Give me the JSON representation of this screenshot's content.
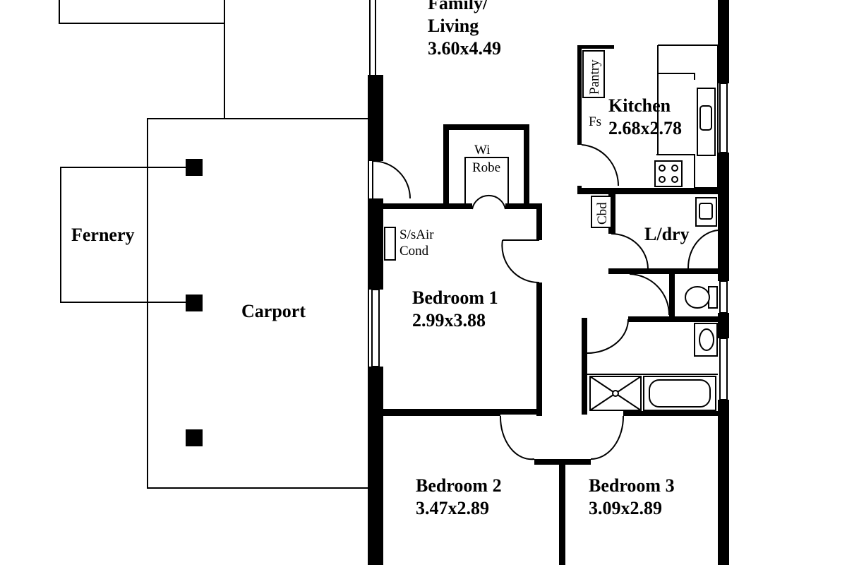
{
  "rooms": {
    "family": {
      "name_line1": "Family/",
      "name_line2": "Living",
      "size": "3.60x4.49"
    },
    "kitchen": {
      "name": "Kitchen",
      "size": "2.68x2.78"
    },
    "pantry": "Pantry",
    "fridge_space": "Fs",
    "cupboard": "Cbd",
    "laundry": "L/dry",
    "walk_in_robe": {
      "line1": "Wi",
      "line2": "Robe"
    },
    "air_cond": {
      "line1": "S/sAir",
      "line2": "Cond"
    },
    "bedroom1": {
      "name": "Bedroom 1",
      "size": "2.99x3.88"
    },
    "bedroom2": {
      "name": "Bedroom 2",
      "size": "3.47x2.89"
    },
    "bedroom3": {
      "name": "Bedroom 3",
      "size": "3.09x2.89"
    },
    "carport": "Carport",
    "fernery": "Fernery"
  },
  "colors": {
    "ink": "#000000",
    "paper": "#ffffff"
  }
}
